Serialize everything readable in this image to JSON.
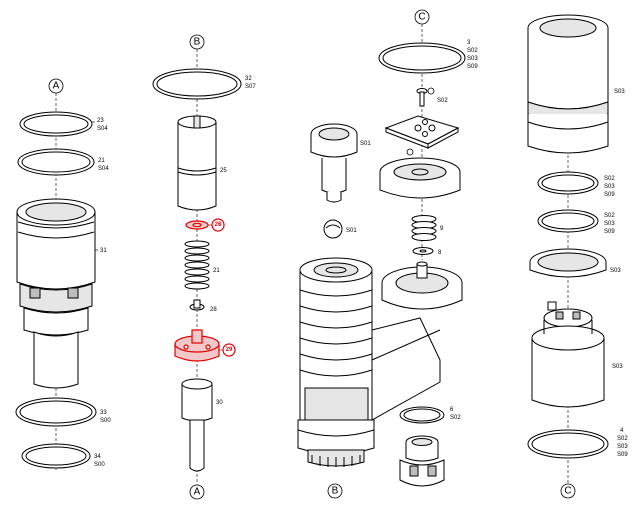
{
  "references": {
    "a": "A",
    "b": "B",
    "c": "C"
  },
  "part_labels": {
    "p23": "23",
    "s04a": "S04",
    "p21a": "21",
    "s04b": "S04",
    "p31": "31",
    "p33": "33",
    "s00a": "S00",
    "p34": "34",
    "s00b": "S00",
    "p32": "32",
    "s07": "S07",
    "p25": "25",
    "p26": "26",
    "p21b": "21",
    "p28": "28",
    "p29": "29",
    "p30": "30",
    "s01a": "S01",
    "s01b": "S01",
    "p3": "3",
    "s02a": "S02",
    "s03a": "S03",
    "s09a": "S09",
    "s02b": "S02",
    "p9": "9",
    "p8": "8",
    "p6": "6",
    "s02c": "S02",
    "s03b": "S03",
    "s02d": "S02",
    "s03c": "S03",
    "s09b": "S09",
    "s02e": "S02",
    "s03d": "S03",
    "s09c": "S09",
    "s03e": "S03",
    "s03f": "S03",
    "p4": "4",
    "s02f": "S02",
    "s03g": "S03",
    "s09d": "S09"
  },
  "colors": {
    "highlight": "#e00000",
    "line": "#000000"
  }
}
